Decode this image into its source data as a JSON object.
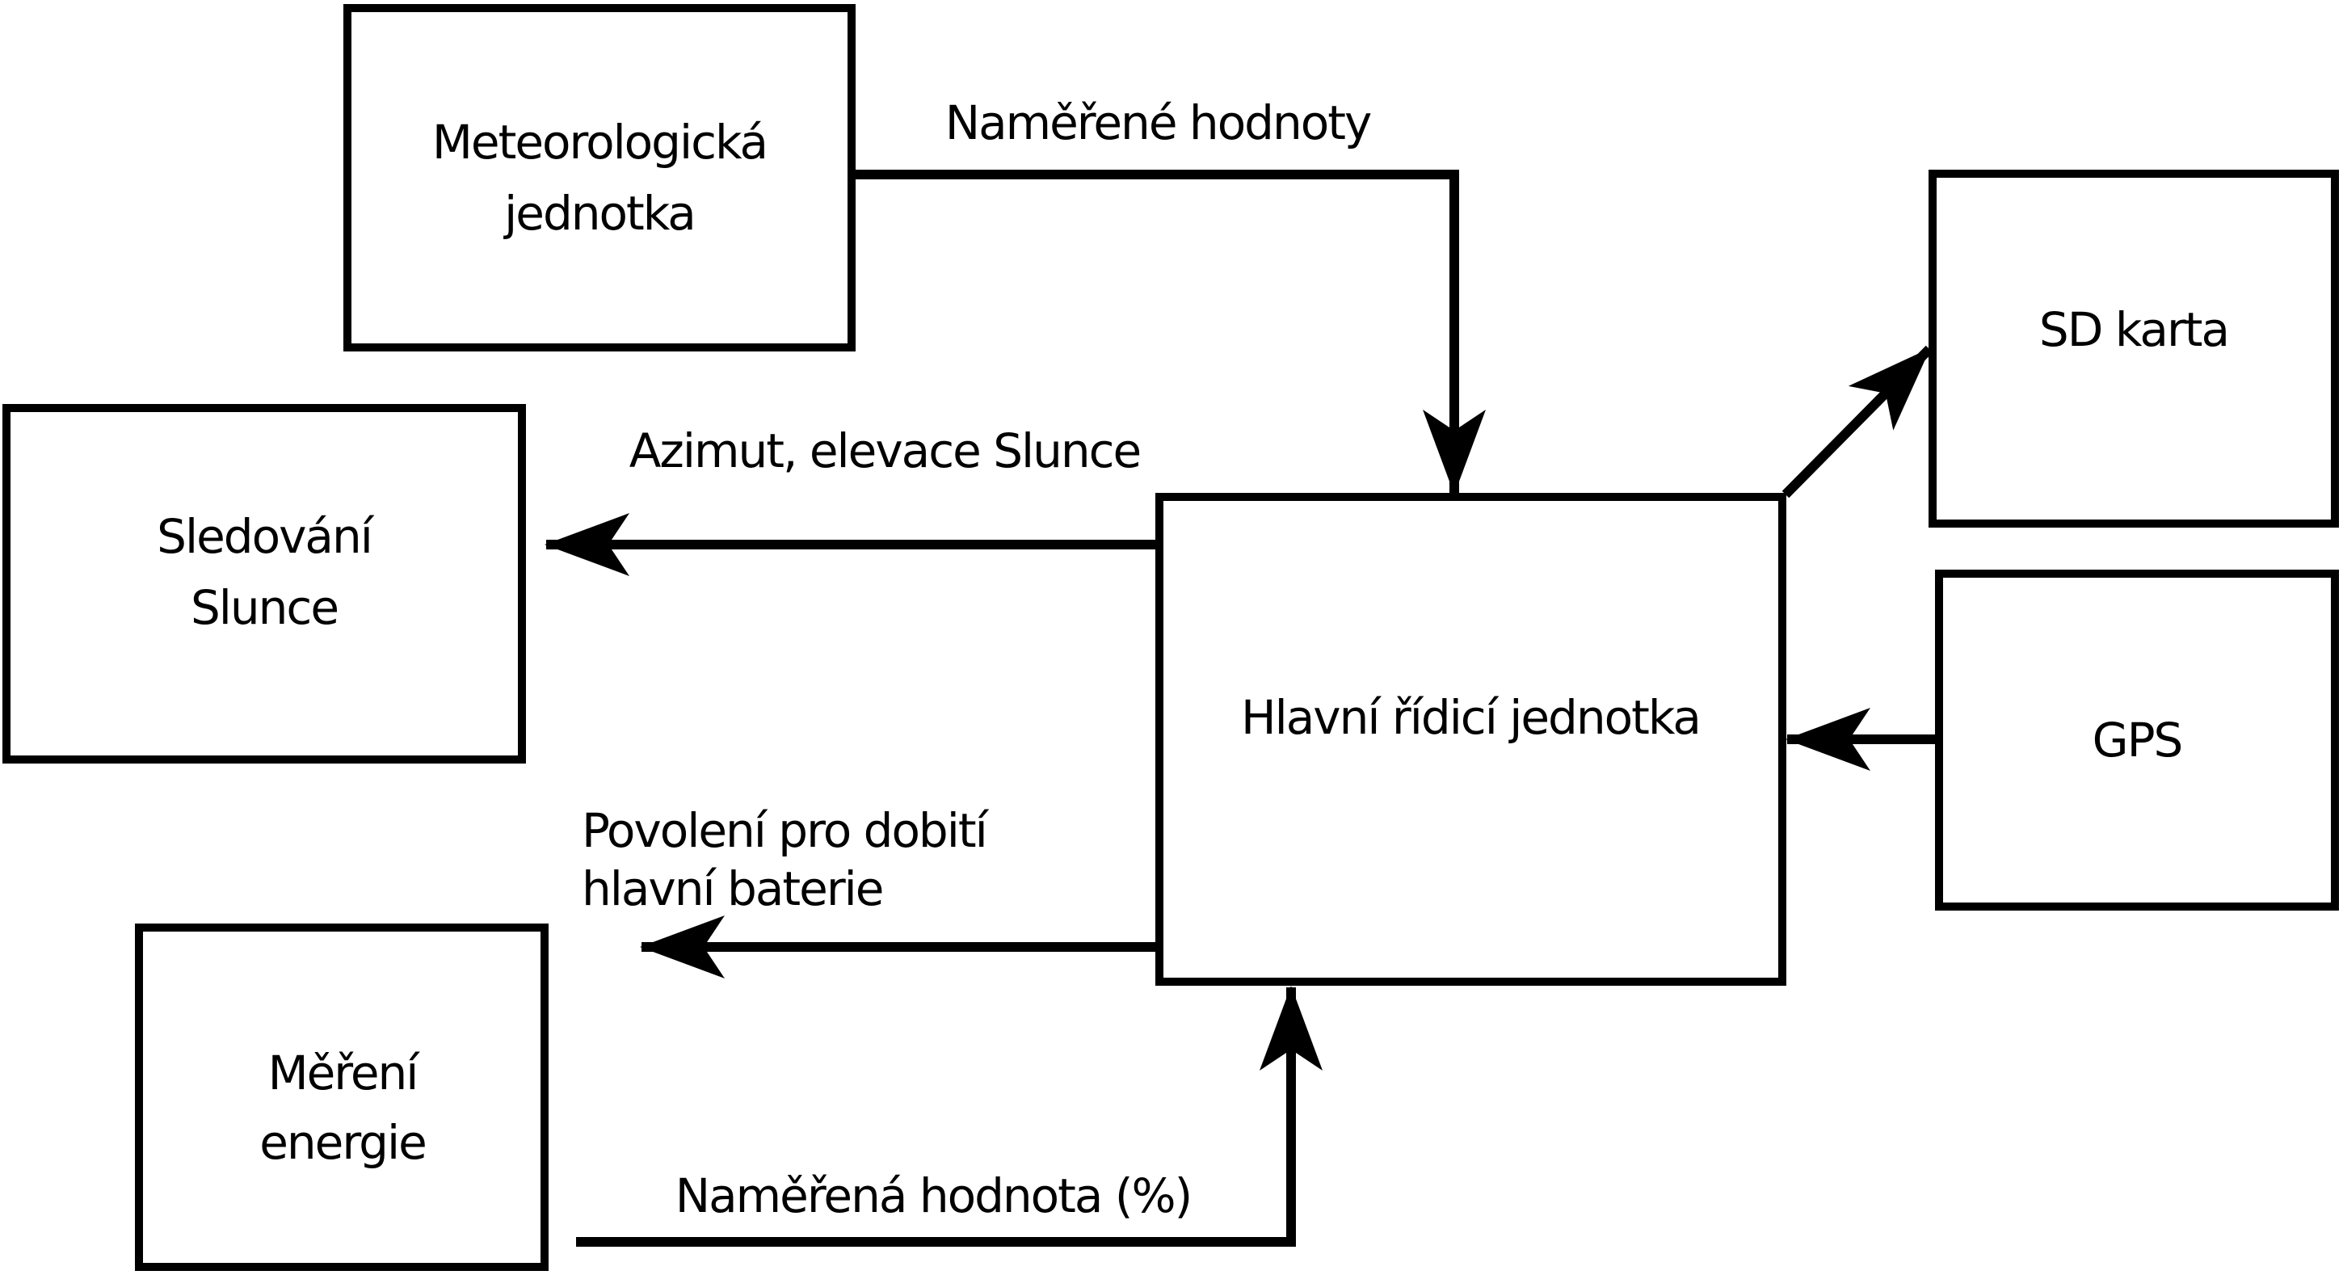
{
  "diagram": {
    "colors": {
      "background": "#ffffff",
      "line": "#000000",
      "text": "#000000"
    },
    "nodes": {
      "meteo": {
        "line1": "Meteorologická",
        "line2": "jednotka"
      },
      "sledovani": {
        "line1": "Sledování",
        "line2": "Slunce"
      },
      "mereni": {
        "line1": "Měření",
        "line2": "energie"
      },
      "hlavni": {
        "label": "Hlavní řídicí jednotka"
      },
      "sd_karta": {
        "label": "SD karta"
      },
      "gps": {
        "label": "GPS"
      }
    },
    "edges": {
      "namerene_hodnoty": {
        "label": "Naměřené hodnoty"
      },
      "azimut_elevace": {
        "label": "Azimut, elevace Slunce"
      },
      "povoleni": {
        "line1": "Povolení pro dobití",
        "line2": "hlavní baterie"
      },
      "namerena_hodnota": {
        "label": "Naměřená hodnota (%)"
      }
    }
  }
}
